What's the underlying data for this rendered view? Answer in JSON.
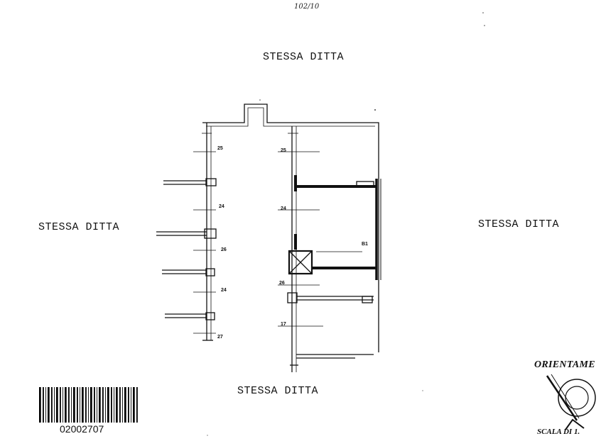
{
  "header": {
    "reference_code": "102/10"
  },
  "neighbors": {
    "top": "STESSA DITTA",
    "left": "STESSA DITTA",
    "right": "STESSA DITTA",
    "bottom": "STESSA DITTA"
  },
  "plan": {
    "row_numbers": [
      "25",
      "24",
      "26",
      "24",
      "27"
    ],
    "right_numbers": [
      "25",
      "24",
      "26",
      "17"
    ],
    "inner_label": "B1"
  },
  "orientation": {
    "label": "ORIENTAME",
    "scale_label": "SCALA DI 1."
  },
  "barcode": {
    "number": "02002707"
  }
}
